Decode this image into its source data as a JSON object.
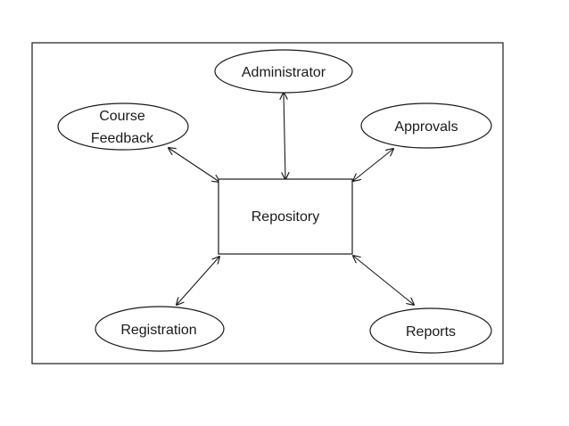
{
  "diagram": {
    "center": {
      "label": "Repository"
    },
    "nodes": {
      "administrator": {
        "label": "Administrator"
      },
      "course_feedback": {
        "label_line1": "Course",
        "label_line2": "Feedback"
      },
      "approvals": {
        "label": "Approvals"
      },
      "registration": {
        "label": "Registration"
      },
      "reports": {
        "label": "Reports"
      }
    },
    "connections": [
      {
        "from": "Administrator",
        "to": "Repository",
        "arrows": "both"
      },
      {
        "from": "Course Feedback",
        "to": "Repository",
        "arrows": "both"
      },
      {
        "from": "Approvals",
        "to": "Repository",
        "arrows": "both"
      },
      {
        "from": "Registration",
        "to": "Repository",
        "arrows": "both"
      },
      {
        "from": "Reports",
        "to": "Repository",
        "arrows": "both"
      }
    ],
    "colors": {
      "stroke": "#1a1a1a",
      "fill": "#ffffff"
    }
  }
}
